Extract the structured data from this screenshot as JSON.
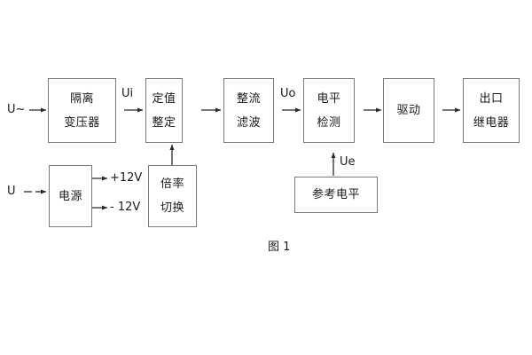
{
  "diagram": {
    "caption": "图 1",
    "blocks": [
      {
        "id": "isolation-transformer",
        "lines": [
          "隔离",
          "变压器"
        ]
      },
      {
        "id": "setting-value",
        "lines": [
          "定值",
          "整定"
        ]
      },
      {
        "id": "rectifier-filter",
        "lines": [
          "整流",
          "滤波"
        ]
      },
      {
        "id": "level-detection",
        "lines": [
          "电平",
          "检测"
        ]
      },
      {
        "id": "driver",
        "lines": [
          "驱动"
        ]
      },
      {
        "id": "output-relay",
        "lines": [
          "出口",
          "继电器"
        ]
      },
      {
        "id": "power-supply",
        "lines": [
          "电源"
        ]
      },
      {
        "id": "multiplier-switch",
        "lines": [
          "倍率",
          "切换"
        ]
      },
      {
        "id": "reference-level",
        "lines": [
          "参考电平"
        ]
      }
    ],
    "signals": {
      "input_ac": "U~",
      "input_dc": "U",
      "ui": "Ui",
      "uo": "Uo",
      "ue": "Ue",
      "rail_positive": "+12V",
      "rail_negative": "- 12V"
    },
    "colors": {
      "border": "#7a7a7a",
      "wire": "#2b2b2b",
      "text": "#1a1a1a",
      "background": "#ffffff"
    }
  }
}
